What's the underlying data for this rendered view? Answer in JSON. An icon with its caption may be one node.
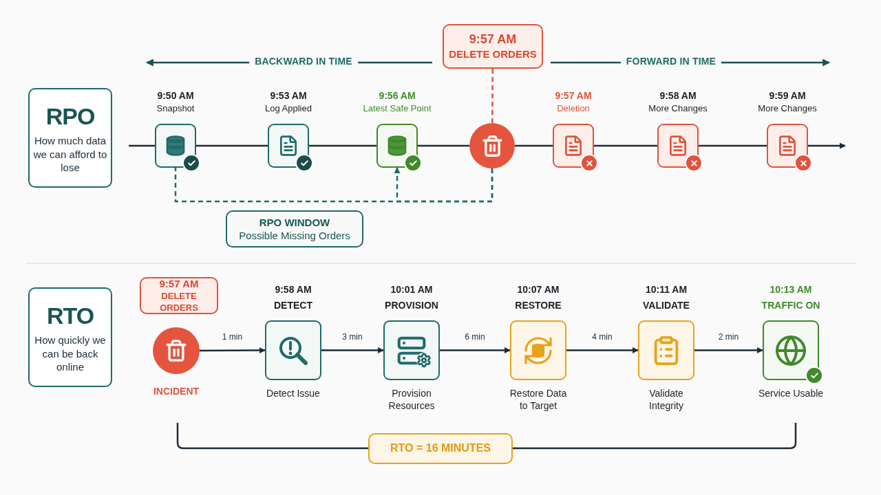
{
  "diagram": {
    "nodes": [
      {
        "text": [
          "RPO",
          "How much data we can afford to lose"
        ]
      },
      {
        "text": [],
        "shape": "box",
        "beside": [
          "9:50 AM",
          "Snapshot"
        ]
      },
      {
        "text": [],
        "shape": "box",
        "beside": [
          "9:53 AM",
          "Log Applied"
        ]
      },
      {
        "text": [],
        "shape": "box",
        "beside": [
          "9:56 AM",
          "Latest Safe Point"
        ]
      },
      {
        "text": [],
        "shape": "circle"
      },
      {
        "text": [],
        "shape": "box",
        "beside": [
          "9:57 AM",
          "Deletion"
        ]
      },
      {
        "text": [],
        "shape": "box",
        "beside": [
          "9:58 AM",
          "More Changes"
        ]
      },
      {
        "text": [],
        "shape": "box",
        "beside": [
          "9:59 AM",
          "More Changes"
        ]
      },
      {
        "text": [
          "9:57 AM",
          "DELETE ORDERS"
        ]
      },
      {
        "text": [
          "RPO WINDOW",
          "Possible Missing Orders"
        ]
      },
      {
        "text": [
          "RTO",
          "How quickly we can be back online"
        ]
      },
      {
        "text": [
          "9:57 AM",
          "DELETE ORDERS"
        ]
      },
      {
        "text": [],
        "shape": "circle",
        "beside": [
          "INCIDENT"
        ]
      },
      {
        "text": [],
        "shape": "box",
        "beside": [
          "9:58 AM",
          "DETECT",
          "Detect Issue"
        ]
      },
      {
        "text": [],
        "shape": "box",
        "beside": [
          "10:01 AM",
          "PROVISION",
          "Provision Resources"
        ]
      },
      {
        "text": [],
        "shape": "box",
        "beside": [
          "10:07 AM",
          "RESTORE",
          "Restore Data to Target"
        ]
      },
      {
        "text": [],
        "shape": "box",
        "beside": [
          "10:11 AM",
          "VALIDATE",
          "Validate Integrity"
        ]
      },
      {
        "text": [],
        "shape": "box",
        "beside": [
          "10:13 AM",
          "TRAFFIC ON",
          "Service Usable"
        ]
      },
      {
        "text": [
          "RTO = 16 MINUTES"
        ]
      }
    ],
    "edges": [
      {
        "from": null,
        "to": 1,
        "arrow": "none"
      },
      {
        "from": 1,
        "to": 2,
        "arrow": "none"
      },
      {
        "from": 2,
        "to": 3,
        "arrow": "none"
      },
      {
        "from": 3,
        "to": 4,
        "arrow": "none"
      },
      {
        "from": 4,
        "to": 5,
        "arrow": "none"
      },
      {
        "from": 5,
        "to": 6,
        "arrow": "none"
      },
      {
        "from": 6,
        "to": 7,
        "arrow": "none"
      },
      {
        "from": 7,
        "to": null,
        "arrow": "to"
      },
      {
        "from": 8,
        "to": 4,
        "arrow": "none",
        "style": "dashed",
        "color": "#e0533c"
      },
      {
        "from": 4,
        "to": 3,
        "arrow": "to",
        "style": "dashed",
        "color": "#1f6b68"
      },
      {
        "from": 4,
        "to": 1,
        "arrow": "none",
        "style": "dashed",
        "color": "#1f6b68"
      },
      {
        "from": 12,
        "to": 13,
        "arrow": "to",
        "label": "1 min"
      },
      {
        "from": 13,
        "to": 14,
        "arrow": "to",
        "label": "3 min"
      },
      {
        "from": 14,
        "to": 15,
        "arrow": "to",
        "label": "6 min"
      },
      {
        "from": 15,
        "to": 16,
        "arrow": "to",
        "label": "4 min"
      },
      {
        "from": 16,
        "to": 17,
        "arrow": "to",
        "label": "2 min"
      }
    ],
    "labels": [
      "BACKWARD IN TIME",
      "FORWARD IN TIME"
    ]
  }
}
